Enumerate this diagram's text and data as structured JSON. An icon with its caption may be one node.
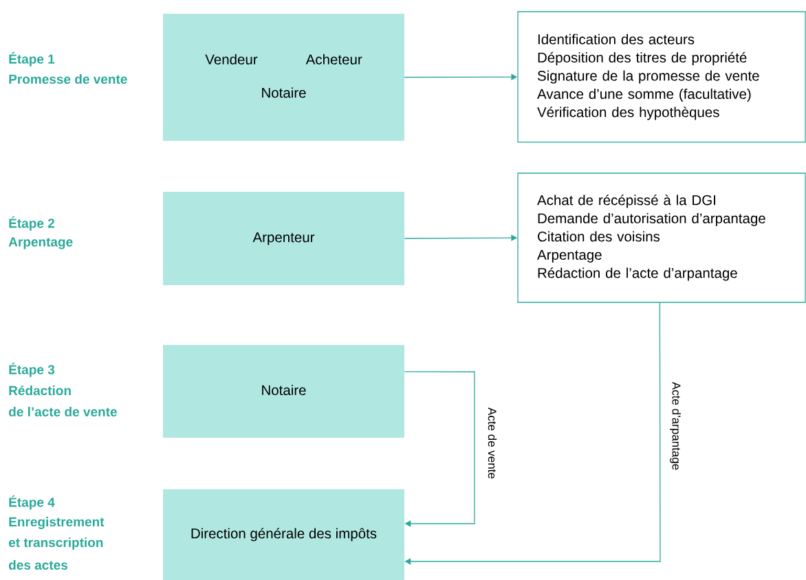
{
  "diagram": {
    "nodes": [
      {
        "text": [
          "Vendeur",
          "Acheteur",
          "Notaire"
        ]
      },
      {
        "text": [
          "Identification des acteurs",
          "Déposition des titres de propriété",
          "Signature de la promesse de vente",
          "Avance d’une somme (facultative)",
          "Vérification des hypothèques"
        ]
      },
      {
        "text": [
          "Arpenteur"
        ]
      },
      {
        "text": [
          "Achat de récépissé à la DGI",
          "Demande d’autorisation d’arpantage",
          "Citation des voisins",
          "Arpentage",
          "Rédaction de l’acte d’arpantage"
        ]
      },
      {
        "text": [
          "Notaire"
        ]
      },
      {
        "text": [
          "Direction générale des impôts"
        ]
      }
    ],
    "edges": [
      {
        "from": 0,
        "to": 1,
        "arrow": "to"
      },
      {
        "from": 2,
        "to": 3,
        "arrow": "to"
      },
      {
        "from": 4,
        "to": 5,
        "arrow": "to",
        "label": "Acte de vente"
      },
      {
        "from": 3,
        "to": 5,
        "arrow": "to",
        "label": "Acte d’arpantage"
      }
    ],
    "labels": [
      "Étape 1",
      "Promesse de vente",
      "Étape 2",
      "Arpentage",
      "Étape 3",
      "Rédaction",
      "de l’acte de vente",
      "Étape 4",
      "Enregistrement",
      "et transcription",
      "des actes"
    ]
  }
}
